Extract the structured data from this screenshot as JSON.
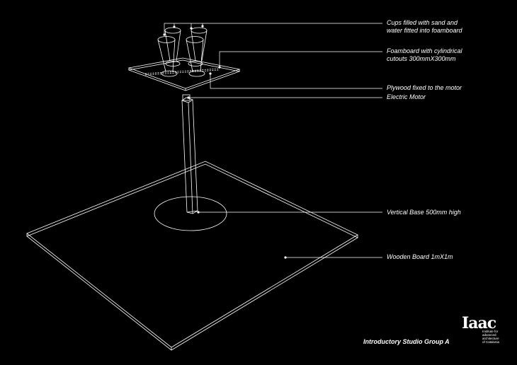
{
  "labels": {
    "cups": [
      "Cups filled with sand and",
      "water fitted into foamboard"
    ],
    "foamboard": [
      "Foamboard with cylindrical",
      "cutouts 300mmX300mm"
    ],
    "plywood": "Plywood fixed to the motor",
    "motor": "Electric Motor",
    "vertical_base": "Vertical Base 500mm high",
    "wooden_board": "Wooden Board 1mX1m"
  },
  "footer": {
    "title": "Introductory Studio Group A"
  },
  "logo": {
    "mark": "Iaac",
    "lines": [
      "Institute for",
      "advanced",
      "architecture",
      "of Catalonia"
    ]
  },
  "colors": {
    "background": "#000000",
    "line": "#ffffff"
  }
}
